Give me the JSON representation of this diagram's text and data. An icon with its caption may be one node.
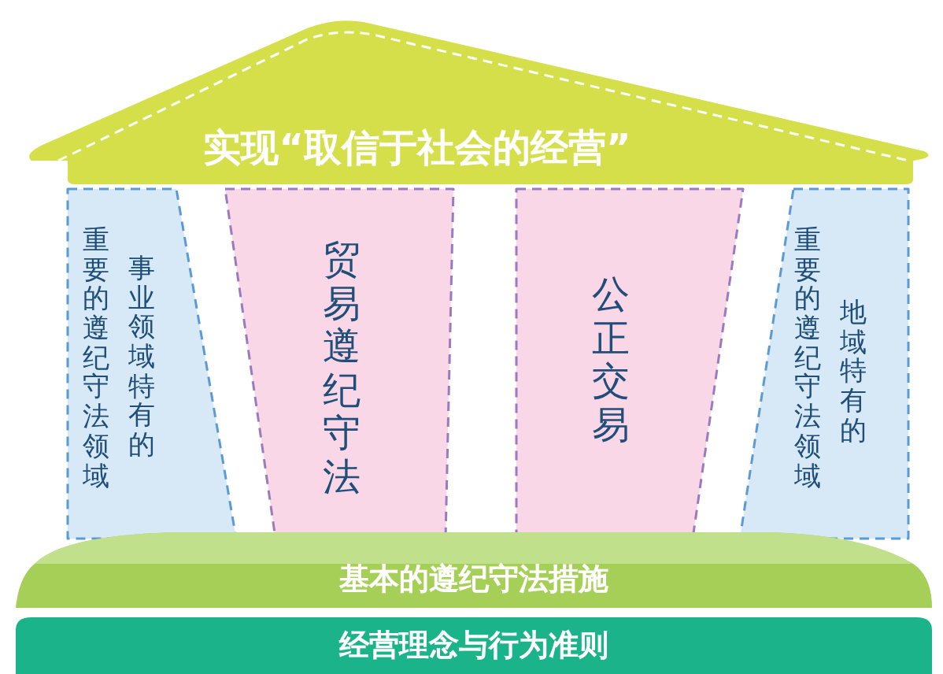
{
  "diagram": {
    "nodes": [
      {
        "text": [
          "实现“取信于社会的经营”"
        ]
      },
      {
        "text": [
          "重要的遵纪守法领域",
          "事业领域特有的"
        ]
      },
      {
        "text": [
          "贸易遵纪守法"
        ]
      },
      {
        "text": [
          "公正交易"
        ]
      },
      {
        "text": [
          "重要的遵纪守法领域",
          "地域特有的"
        ]
      },
      {
        "text": [
          "基本的遵纪守法措施"
        ]
      },
      {
        "text": [
          "经营理念与行为准则"
        ]
      }
    ],
    "edges": []
  }
}
